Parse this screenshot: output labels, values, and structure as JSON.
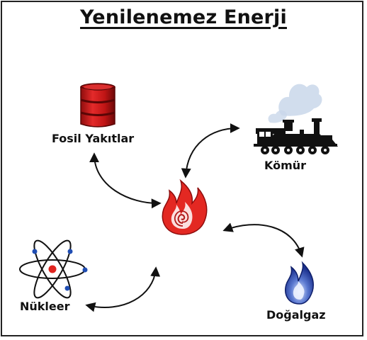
{
  "title": "Yenilenemez Enerji",
  "nodes": {
    "fossil": "Fosil Yakıtlar",
    "coal": "Kömür",
    "gas": "Doğalgaz",
    "nuclear": "Nükleer"
  },
  "colors": {
    "barrel": "#d81e1e",
    "flame": "#e32822",
    "gas_flame": "#1f3fa8",
    "smoke": "#c9d7ea",
    "atom_nucleus": "#e0241f",
    "atom_electron": "#1f4db3"
  },
  "icons": [
    "oil-barrel-icon",
    "steam-locomotive-icon",
    "fire-icon",
    "gas-flame-icon",
    "atom-icon"
  ]
}
